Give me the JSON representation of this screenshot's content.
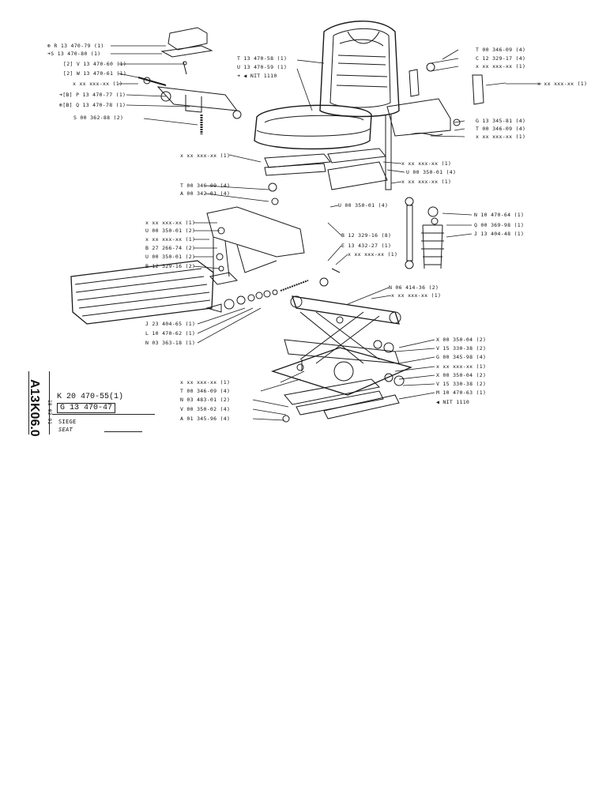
{
  "labels_left": [
    {
      "key": "a",
      "text": "⊕ R 13 470-79 (1)"
    },
    {
      "key": "b",
      "text": "➜S 13 470-80 (1)"
    },
    {
      "key": "c",
      "text": "[2] V 13 470-60 (1)"
    },
    {
      "key": "d",
      "text": "[2] W 13 470-61 (1)"
    },
    {
      "key": "e",
      "text": "x xx xxx-xx (1)"
    },
    {
      "key": "f",
      "text": "➜[B] P 13 470-77 (1)"
    },
    {
      "key": "g",
      "text": "⊕[B] Q 13 470-78 (1)"
    },
    {
      "key": "h",
      "text": "S 00 362-88 (2)"
    },
    {
      "key": "i",
      "text": "T 13 470-58 (1)"
    },
    {
      "key": "j",
      "text": "U 13 470-59 (1)"
    },
    {
      "key": "k",
      "text": "➜ ◀ NIT 1110"
    },
    {
      "key": "l",
      "text": "x xx xxx-xx (1)"
    },
    {
      "key": "m",
      "text": "T 00 346-09 (4)"
    },
    {
      "key": "n",
      "text": "A 00 342-01 (4)"
    },
    {
      "key": "o",
      "text": "x xx xxx-xx (1)"
    },
    {
      "key": "p",
      "text": "U 00 350-01 (2)"
    },
    {
      "key": "q",
      "text": "x xx xxx-xx (1)"
    },
    {
      "key": "r",
      "text": "B 27 266-74 (2)"
    },
    {
      "key": "s",
      "text": "U 00 350-01 (2)"
    },
    {
      "key": "t",
      "text": "B 12 329-16 (2)"
    },
    {
      "key": "u",
      "text": "J 23 404-65 (1)"
    },
    {
      "key": "v",
      "text": "L 10 470-62 (1)"
    },
    {
      "key": "w",
      "text": "N 03 363-18 (1)"
    },
    {
      "key": "x",
      "text": "x xx xxx-xx (1)"
    },
    {
      "key": "y",
      "text": "T 00 346-09 (4)"
    },
    {
      "key": "z",
      "text": "N 03 483-01 (2)"
    },
    {
      "key": "aa",
      "text": "V 00 350-02 (4)"
    },
    {
      "key": "ab",
      "text": "A 01 345-96 (4)"
    }
  ],
  "labels_right": [
    {
      "key": "a",
      "text": "T 00 346-09 (4)"
    },
    {
      "key": "b",
      "text": "C 12 329-17 (4)"
    },
    {
      "key": "c",
      "text": "x xx xxx-xx (1)"
    },
    {
      "key": "d",
      "text": "x xx xxx-xx (1)"
    },
    {
      "key": "e",
      "text": "G 13 345-81 (4)"
    },
    {
      "key": "f",
      "text": "T 00 346-09 (4)"
    },
    {
      "key": "g",
      "text": "x xx xxx-xx (1)"
    },
    {
      "key": "h",
      "text": "x xx xxx-xx (1)"
    },
    {
      "key": "i",
      "text": "U 00 350-01 (4)"
    },
    {
      "key": "j",
      "text": "x xx xxx-xx (1)"
    },
    {
      "key": "k",
      "text": "U 00 350-01 (4)"
    },
    {
      "key": "l",
      "text": "B 12 329-16 (8)"
    },
    {
      "key": "m",
      "text": "E 13 432-27 (1)"
    },
    {
      "key": "n",
      "text": "x xx xxx-xx (1)"
    },
    {
      "key": "o",
      "text": "N 10 470-64 (1)"
    },
    {
      "key": "p",
      "text": "Q 00 369-98 (1)"
    },
    {
      "key": "q",
      "text": "J 13 404-48 (1)"
    },
    {
      "key": "r",
      "text": "N 06 414-36 (2)"
    },
    {
      "key": "s",
      "text": "x xx xxx-xx (1)"
    },
    {
      "key": "t",
      "text": "X 00 350-04 (2)"
    },
    {
      "key": "u",
      "text": "V 15 330-38 (2)"
    },
    {
      "key": "v",
      "text": "G 00 345-98 (4)"
    },
    {
      "key": "w",
      "text": "x xx xxx-xx (1)"
    },
    {
      "key": "x",
      "text": "X 00 350-04 (2)"
    },
    {
      "key": "y",
      "text": "V 15 330-38 (2)"
    },
    {
      "key": "z",
      "text": "M 10 470-63 (1)"
    },
    {
      "key": "aa",
      "text": "◀ NIT 1110"
    }
  ],
  "title_block": {
    "code_a": "A13",
    "code_b": "K06.0",
    "date": "18-03-91",
    "ref1": "K 20 470-55(1)",
    "ref2": "G 13 470-47",
    "name_fr": "SIEGE",
    "name_en": "SEAT"
  }
}
